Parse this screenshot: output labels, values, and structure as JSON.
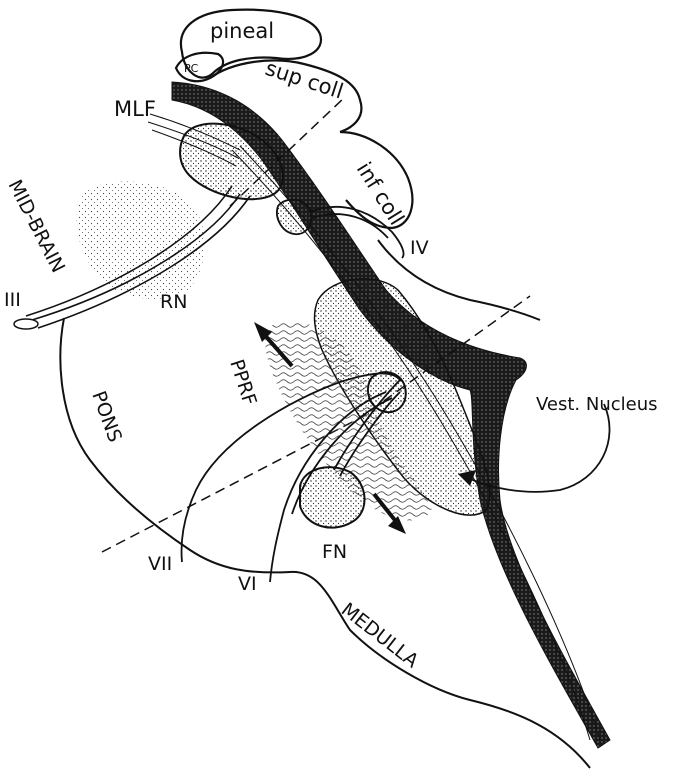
{
  "labels": {
    "pineal": "pineal",
    "pc": "PC",
    "sup_coll": "sup coll",
    "inf_coll": "inf coll",
    "mlf": "MLF",
    "mid_brain": "MID-BRAIN",
    "iii": "III",
    "rn": "RN",
    "iv": "IV",
    "pprf": "PPRF",
    "pons": "PONS",
    "vest_nucleus": "Vest. Nucleus",
    "vii": "VII",
    "vi": "VI",
    "fn": "FN",
    "medulla": "MEDULLA"
  },
  "colors": {
    "ink": "#111111",
    "background": "#ffffff"
  }
}
